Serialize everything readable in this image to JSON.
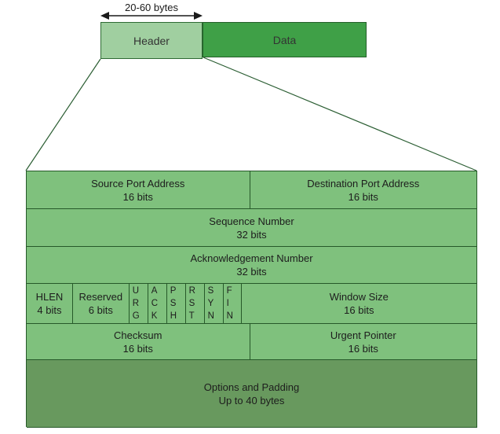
{
  "diagram": {
    "title_semantic": "TCP segment header structure",
    "arrow_label": "20-60 bytes",
    "header_box_label": "Header",
    "data_box_label": "Data",
    "fields": {
      "source_port": {
        "title": "Source Port Address",
        "bits": "16 bits"
      },
      "dest_port": {
        "title": "Destination Port Address",
        "bits": "16 bits"
      },
      "sequence": {
        "title": "Sequence Number",
        "bits": "32 bits"
      },
      "acknowledgement": {
        "title": "Acknowledgement Number",
        "bits": "32 bits"
      },
      "hlen": {
        "title": "HLEN",
        "bits": "4 bits"
      },
      "reserved": {
        "title": "Reserved",
        "bits": "6 bits"
      },
      "window": {
        "title": "Window Size",
        "bits": "16 bits"
      },
      "checksum": {
        "title": "Checksum",
        "bits": "16 bits"
      },
      "urgent_pointer": {
        "title": "Urgent Pointer",
        "bits": "16 bits"
      },
      "options": {
        "title": "Options and Padding",
        "bits": "Up to 40 bytes"
      }
    },
    "flags": [
      "URG",
      "ACK",
      "PSH",
      "RST",
      "SYN",
      "FIN"
    ]
  },
  "colors": {
    "header_fill": "#a0cfa0",
    "data_fill": "#3fa047",
    "cell_fill": "#7fc17d",
    "options_fill": "#68995e",
    "border": "#265929",
    "connector_line": "#2b5e33",
    "arrow": "#1a1a1a",
    "text": "#1d1d1d"
  }
}
